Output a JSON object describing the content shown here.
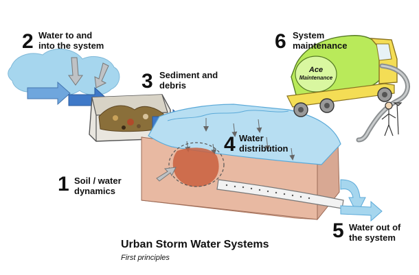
{
  "labels": [
    {
      "number": "1",
      "lines": [
        "Soil / water",
        "dynamics"
      ]
    },
    {
      "number": "2",
      "lines": [
        "Water to and",
        "into the system"
      ]
    },
    {
      "number": "3",
      "lines": [
        "Sediment and",
        "debris"
      ]
    },
    {
      "number": "4",
      "lines": [
        "Water",
        "distribution"
      ]
    },
    {
      "number": "5",
      "lines": [
        "Water out of",
        "the system"
      ]
    },
    {
      "number": "6",
      "lines": [
        "System",
        "maintenance"
      ]
    }
  ],
  "truck_tank": {
    "line1": "Ace",
    "line2": "Maintenance"
  },
  "caption": {
    "title": "Urban Storm Water Systems",
    "subtitle": "First principles"
  },
  "colors": {
    "water": "#a6d6ee",
    "water_deep": "#5aa9d8",
    "arrow_blue": "#3f79c8",
    "soil": "#e8b9a2",
    "soil_dark": "#c95f3e",
    "tank_green": "#b9ea5a",
    "truck_yellow": "#f4dd55",
    "hose": "#8b8f91",
    "debris": "#8a6f3a"
  }
}
